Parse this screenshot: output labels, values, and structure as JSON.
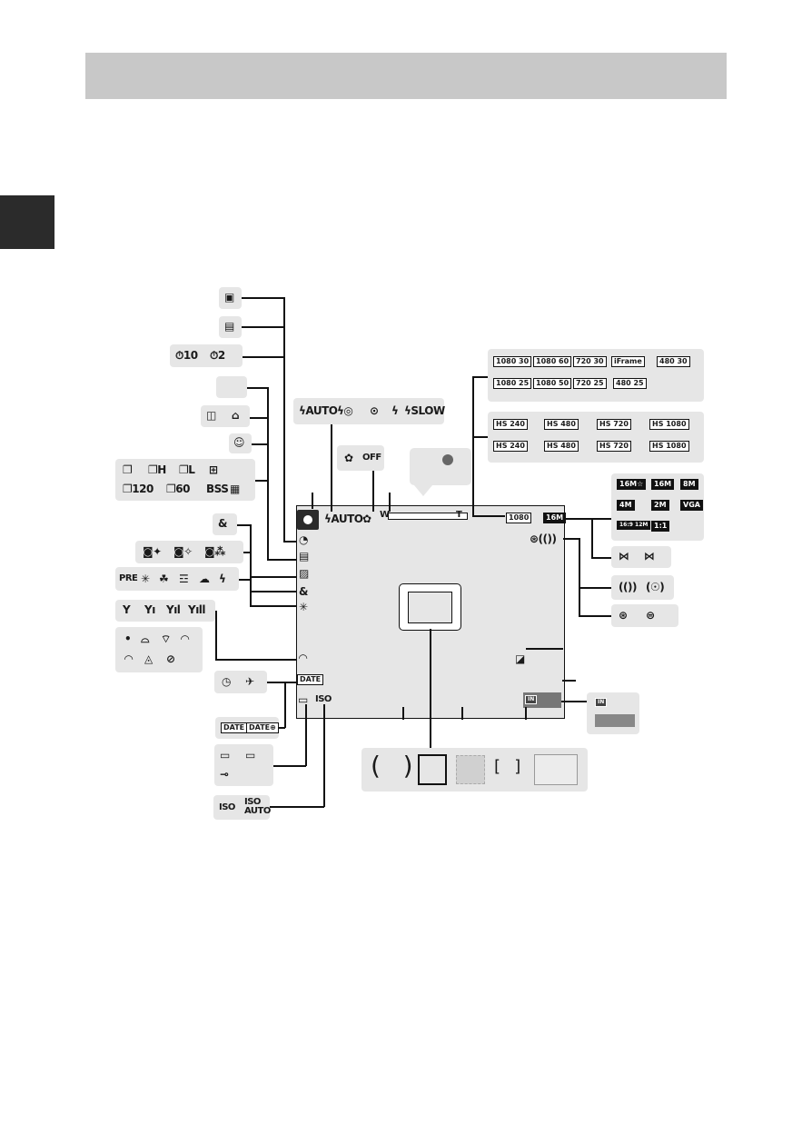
{
  "page": {
    "header_bar_color": "#c8c8c8",
    "side_tab_color": "#2b2b2b"
  },
  "left": {
    "self_timer": [
      "⏱10",
      "⏱2"
    ],
    "continuous": [
      "❐",
      "❐H",
      "❐L",
      "❐120",
      "❐60",
      "BSS"
    ],
    "white_balance": [
      "PRE",
      "✳",
      "☘",
      "☲",
      "☁",
      "ϟ"
    ],
    "signal": [
      "Y",
      "Yı",
      "Yıl",
      "Yıll"
    ],
    "date_labels": [
      "DATE",
      "DATE⊕"
    ],
    "iso_labels": [
      "ISO",
      "ISO AUTO"
    ]
  },
  "top": {
    "flash_modes": [
      "ϟAUTO",
      "ϟ◎",
      "⊙",
      "ϟ",
      "ϟSLOW"
    ],
    "macro_off": "OFF"
  },
  "screen": {
    "flash": "ϟAUTO",
    "date": "DATE",
    "iso": "ISO",
    "video_size": "1080",
    "image_size": "16M",
    "zoom_w": "W",
    "zoom_t": "T",
    "memory": "IN"
  },
  "right": {
    "movie_row1": [
      "1080 30",
      "1080 60",
      "720 30",
      "iFrame",
      "480 30"
    ],
    "movie_row2": [
      "1080 25",
      "1080 50",
      "720 25",
      "480 25"
    ],
    "hs_row1": [
      "HS 240",
      "HS 480",
      "HS 720",
      "HS 1080"
    ],
    "hs_row2": [
      "HS 240",
      "HS 480",
      "HS 720",
      "HS 1080"
    ],
    "image_sizes": [
      "16M☆",
      "16M",
      "8M",
      "4M",
      "2M",
      "VGA",
      "16:9 12M",
      "1:1"
    ],
    "memory": "IN"
  }
}
